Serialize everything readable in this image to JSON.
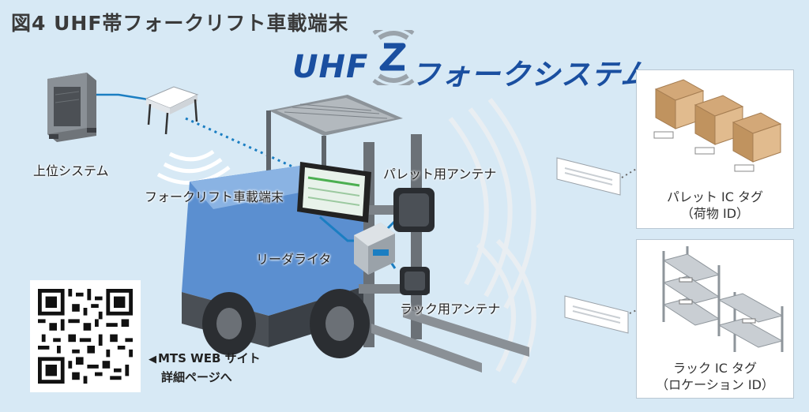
{
  "figure": {
    "title": "図4 UHF帯フォークリフト車載端末"
  },
  "logo": {
    "uhf": "UHF",
    "system": "フォークシステム"
  },
  "labels": {
    "host_system": "上位システム",
    "terminal": "フォークリフト車載端末",
    "pallet_antenna": "パレット用アンテナ",
    "reader_writer": "リーダライタ",
    "rack_antenna": "ラック用アンテナ"
  },
  "panels": {
    "pallet": {
      "line1": "パレット IC タグ",
      "line2": "（荷物 ID）"
    },
    "rack": {
      "line1": "ラック IC タグ",
      "line2": "（ロケーション ID）"
    }
  },
  "link": {
    "arrow_icon": "triangle-left-icon",
    "line1": "MTS WEB サイト",
    "line2": "詳細ページへ"
  },
  "colors": {
    "background": "#d7e9f5",
    "accent_blue": "#1a4fa0",
    "forklift_blue": "#5b8fd0",
    "cable_blue": "#1b7ec2"
  }
}
